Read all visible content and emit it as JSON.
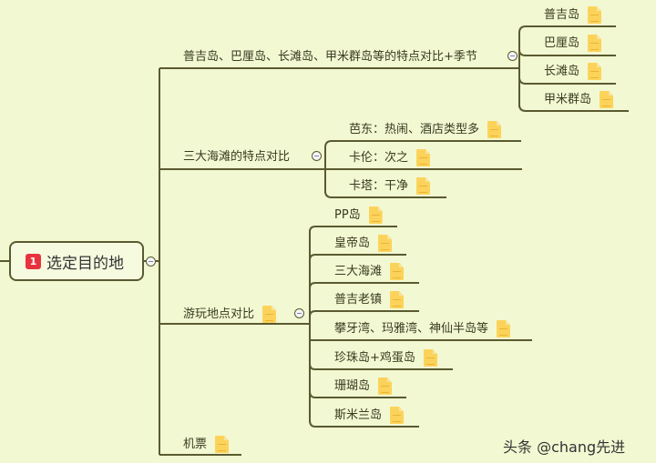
{
  "root": {
    "badge": "1",
    "label": "选定目的地"
  },
  "branches": [
    {
      "label": "普吉岛、巴厘岛、长滩岛、甲米群岛等的特点对比+季节",
      "has_note": false,
      "children": [
        {
          "label": "普吉岛",
          "has_note": true
        },
        {
          "label": "巴厘岛",
          "has_note": true
        },
        {
          "label": "长滩岛",
          "has_note": true
        },
        {
          "label": "甲米群岛",
          "has_note": true
        }
      ]
    },
    {
      "label": "三大海滩的特点对比",
      "has_note": false,
      "children": [
        {
          "label": "芭东：热闹、酒店类型多",
          "has_note": true
        },
        {
          "label": "卡伦：次之",
          "has_note": true
        },
        {
          "label": "卡塔：干净",
          "has_note": true
        }
      ]
    },
    {
      "label": "游玩地点对比",
      "has_note": true,
      "children": [
        {
          "label": "PP岛",
          "has_note": true
        },
        {
          "label": "皇帝岛",
          "has_note": true
        },
        {
          "label": "三大海滩",
          "has_note": true
        },
        {
          "label": "普吉老镇",
          "has_note": true
        },
        {
          "label": "攀牙湾、玛雅湾、神仙半岛等",
          "has_note": true
        },
        {
          "label": "珍珠岛+鸡蛋岛",
          "has_note": true
        },
        {
          "label": "珊瑚岛",
          "has_note": true
        },
        {
          "label": "斯米兰岛",
          "has_note": true
        }
      ]
    },
    {
      "label": "机票",
      "has_note": true,
      "children": []
    }
  ],
  "watermark": "头条 @chang先进",
  "colors": {
    "background": "#f2f8d2",
    "line": "#5a5a30",
    "badge": "#e8333f",
    "note": "#fcd35a"
  }
}
